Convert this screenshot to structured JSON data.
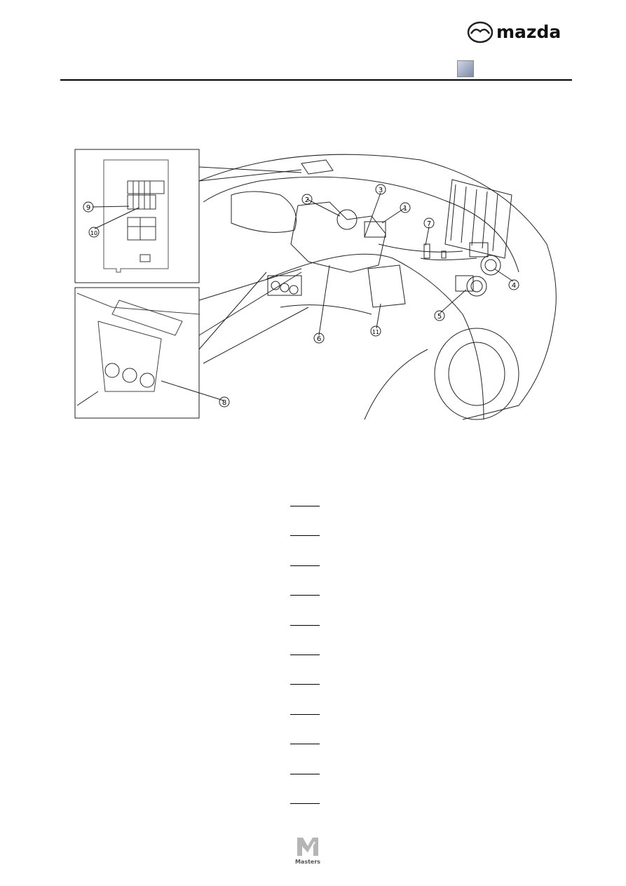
{
  "header": {
    "brand": "mazda",
    "icon_name": "manual-gear-icon"
  },
  "figure": {
    "callouts": [
      "1",
      "2",
      "3",
      "4",
      "5",
      "6",
      "7",
      "8",
      "9",
      "10",
      "11"
    ]
  },
  "legend": {
    "line_count": 11
  },
  "footer": {
    "brand": "Masters"
  }
}
